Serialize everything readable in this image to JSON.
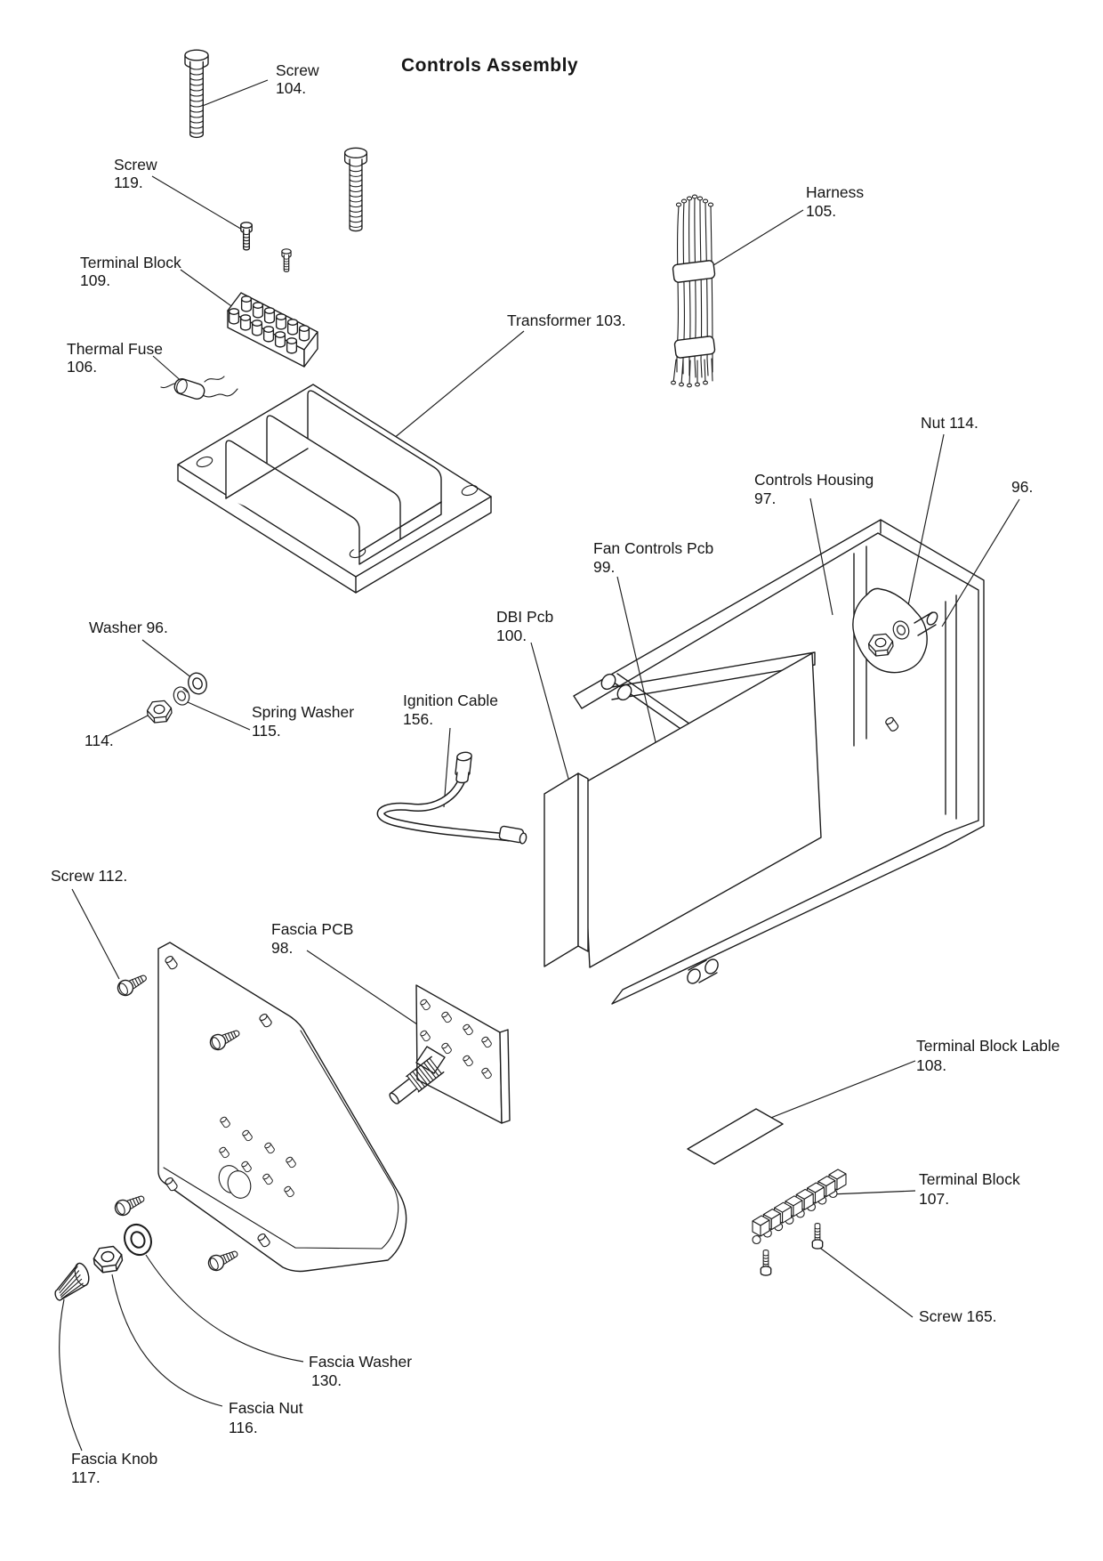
{
  "title": "Controls Assembly",
  "colors": {
    "background": "#ffffff",
    "line": "#1c1c1c",
    "text": "#161616"
  },
  "parts": {
    "screw_104": {
      "label": "Screw",
      "number": "104."
    },
    "screw_119": {
      "label": "Screw",
      "number": "119."
    },
    "terminal_block_109": {
      "label": "Terminal Block",
      "number": "109."
    },
    "thermal_fuse_106": {
      "label": "Thermal Fuse",
      "number": "106."
    },
    "transformer_103": {
      "label": "Transformer 103."
    },
    "harness_105": {
      "label": "Harness",
      "number": "105."
    },
    "nut_114": {
      "label": "Nut 114."
    },
    "controls_housing_97": {
      "label": "Controls Housing",
      "number": "97."
    },
    "ref_96": {
      "label": "96."
    },
    "fan_controls_pcb_99": {
      "label": "Fan Controls Pcb",
      "number": "99."
    },
    "dbi_pcb_100": {
      "label": "DBI Pcb",
      "number": "100."
    },
    "washer_96": {
      "label": "Washer 96."
    },
    "spring_washer_115": {
      "label": "Spring Washer",
      "number": "115."
    },
    "ref_114": {
      "label": "114."
    },
    "ignition_cable_156": {
      "label": "Ignition Cable",
      "number": "156."
    },
    "screw_112": {
      "label": "Screw 112."
    },
    "fascia_pcb_98": {
      "label": "Fascia PCB",
      "number": "98."
    },
    "terminal_block_lable_108": {
      "label": "Terminal Block Lable",
      "number": "108."
    },
    "terminal_block_107": {
      "label": "Terminal Block",
      "number": "107."
    },
    "screw_165": {
      "label": "Screw 165."
    },
    "fascia_washer_130": {
      "label": "Fascia Washer",
      "number": "130."
    },
    "fascia_nut_116": {
      "label": "Fascia Nut",
      "number": "116."
    },
    "fascia_knob_117": {
      "label": "Fascia Knob",
      "number": "117."
    }
  }
}
